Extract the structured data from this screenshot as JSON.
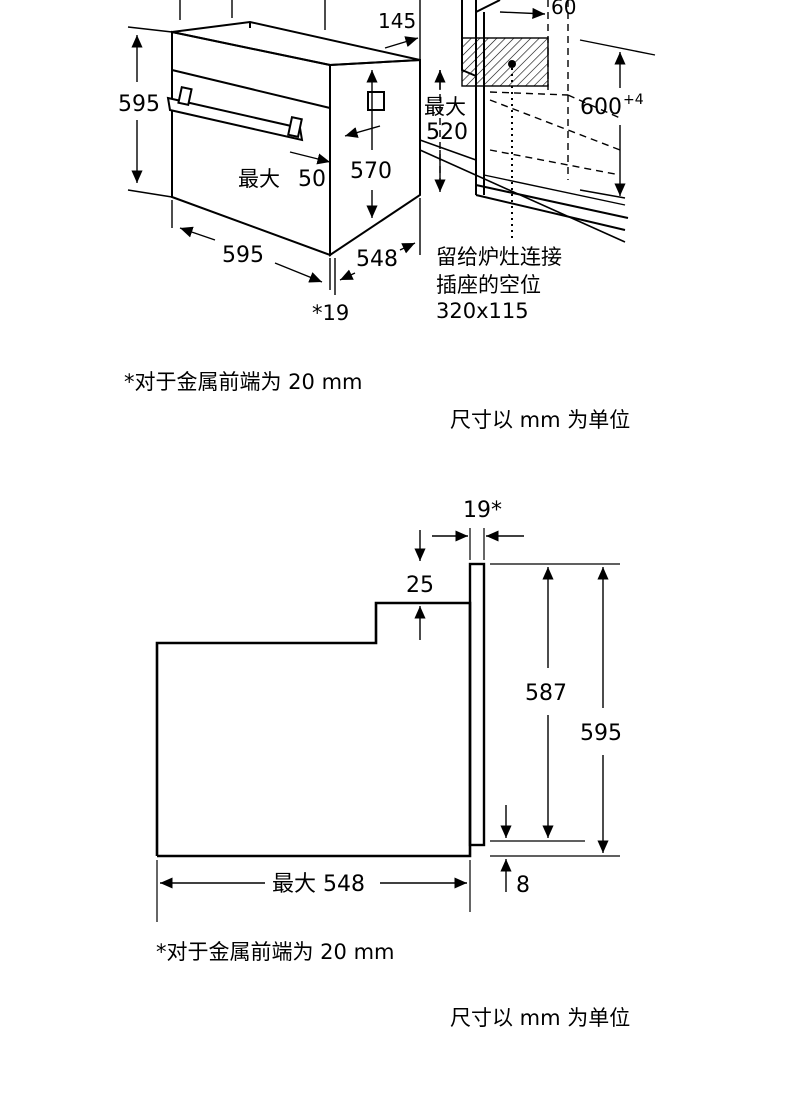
{
  "top_diagram": {
    "dims": {
      "top_width_partial": "145",
      "niche_top": "60",
      "height_left": "595",
      "niche_height": "600",
      "niche_height_sup": "+4",
      "max_label_right": "最大",
      "niche_depth": "520",
      "front_width": "595",
      "max_50_prefix": "最大",
      "max_50_value": "50",
      "inner_height": "570",
      "depth": "548",
      "front_offset": "*19"
    },
    "socket_note": [
      "留给炉灶连接",
      "插座的空位",
      "320x115"
    ],
    "footnote": "*对于金属前端为 20 mm",
    "units": "尺寸以 mm 为单位"
  },
  "bottom_diagram": {
    "dims": {
      "front_thickness": "19*",
      "top_step": "25",
      "inner_height": "587",
      "total_height": "595",
      "max_depth": "最大 548",
      "bottom_offset": "8"
    },
    "footnote": "*对于金属前端为 20 mm",
    "units": "尺寸以 mm 为单位"
  }
}
